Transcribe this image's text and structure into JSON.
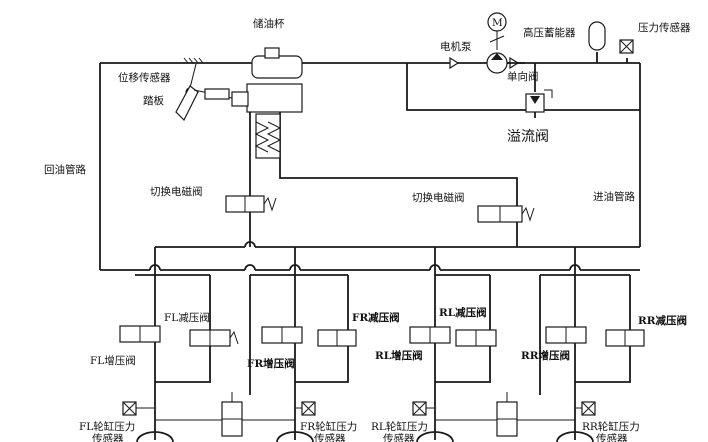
{
  "labels": {
    "reservoir": "储油杯",
    "displacement_sensor": "位移传感器",
    "pedal": "踏板",
    "return_line": "回油管路",
    "switch_valve_left": "切换电磁阀",
    "switch_valve_right": "切换电磁阀",
    "motor_pump": "电机泵",
    "accumulator": "高压蓄能器",
    "pressure_sensor": "压力传感器",
    "check_valve": "单向阀",
    "relief_valve": "溢流阀",
    "supply_line": "进油管路",
    "motor_symbol": "M",
    "fl_decrease": "FL减压阀",
    "fl_increase": "FL增压阀",
    "fr_decrease": "FR减压阀",
    "fr_increase": "FR增压阀",
    "rl_decrease": "RL减压阀",
    "rl_increase": "RL增压阀",
    "rr_decrease": "RR减压阀",
    "rr_increase": "RR增压阀",
    "fl_sensor_l1": "FL轮缸压力",
    "fl_sensor_l2": "传感器",
    "fr_sensor_l1": "FR轮缸压力",
    "fr_sensor_l2": "传感器",
    "rl_sensor_l1": "RL轮缸压力",
    "rl_sensor_l2": "传感器",
    "rr_sensor_l1": "RR轮缸压力",
    "rr_sensor_l2": "传感器"
  },
  "colors": {
    "line": "#1a1a1a",
    "background": "#ffffff"
  }
}
